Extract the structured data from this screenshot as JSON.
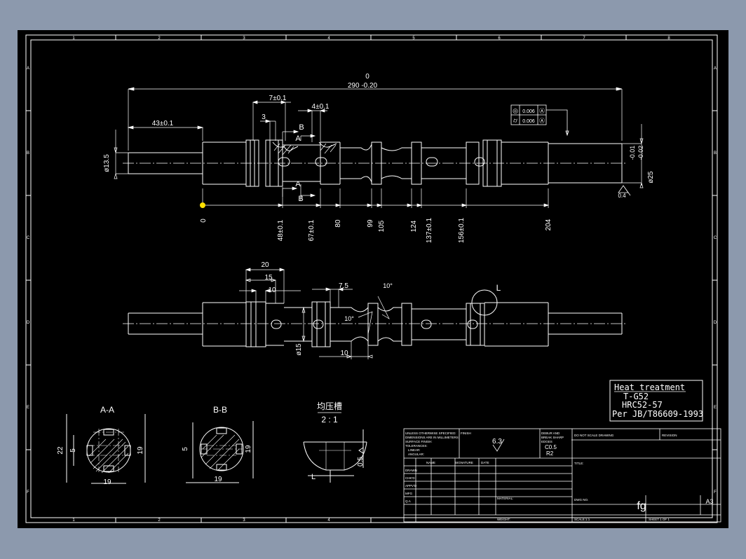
{
  "frame": {
    "col_numbers": [
      "1",
      "2",
      "3",
      "4",
      "5",
      "6",
      "7",
      "8"
    ],
    "row_letters": [
      "A",
      "B",
      "C",
      "D",
      "E",
      "F"
    ]
  },
  "front_view": {
    "overall_dim": "290 -0.20",
    "overall_dim_tol_top": "0",
    "dims": {
      "d7": "7±0.1",
      "d4": "4±0.1",
      "d3": "3",
      "d43": "43±0.1",
      "dia_left": "ø13.5",
      "dia_right": "ø25",
      "dia_right_tol_top": "-0.01",
      "dia_right_tol_bot": "-0.02",
      "roughness_right": "0.4",
      "origin": "0"
    },
    "baseline_dims": [
      "48±0.1",
      "67±0.1",
      "80",
      "99",
      "105",
      "124",
      "137±0.1",
      "156±0.1",
      "204"
    ],
    "section_letters": {
      "a_top": "A",
      "b_top": "B",
      "a_bot": "A",
      "b_bot": "B"
    },
    "gdt": [
      {
        "symbol": "◎",
        "value": "0.006",
        "datum": "Ⓐ"
      },
      {
        "symbol": "⌭",
        "value": "0.006",
        "datum": "Ⓐ"
      }
    ]
  },
  "second_view": {
    "dims": {
      "d20": "20",
      "d15": "15",
      "d10": "10",
      "d7_5": "7.5",
      "ang10a": "10°",
      "ang10b": "10°",
      "dia15": "ø15",
      "d10b": "10"
    },
    "detail_label": "L"
  },
  "sections": {
    "aa": {
      "title": "A-A",
      "d22": "22",
      "d5": "5",
      "d19v": "19",
      "d19h": "19"
    },
    "bb": {
      "title": "B-B",
      "d5": "5",
      "d19v": "19",
      "d19h": "19"
    }
  },
  "detail": {
    "title": "均压槽",
    "scale": "2 : 1",
    "dim": "0.5",
    "letter": "L"
  },
  "heat_treatment": {
    "title": "Heat treatment",
    "line1": "T-G52",
    "line2": "HRC52-57",
    "line3": "Per JB/T86609-1993"
  },
  "title_block": {
    "notes_lines": [
      "UNLESS OTHERWISE SPECIFIED:",
      "DIMENSIONS ARE IN MILLIMETERS",
      "SURFACE FINISH:",
      "TOLERANCES:",
      "LINEAR:",
      "ANGULAR:"
    ],
    "finish_label": "FINISH",
    "finish_value": "6.3",
    "deburr_lines": [
      "DEBUR AND",
      "BREAK SHARP",
      "EDGES"
    ],
    "deburr_vals": [
      "C0.5",
      "R2"
    ],
    "dont_scale": "DO NOT SCALE DRAWING",
    "revision": "REVISION",
    "title_label": "TITLE:",
    "header_name": "NAME",
    "header_signature": "SIGNATURE",
    "header_date": "DATE",
    "roles": [
      "DRAWN",
      "CHK'D",
      "APPV'D",
      "MFG",
      "Q.A"
    ],
    "material_label": "MATERIAL:",
    "dwg_label": "DWG NO.",
    "dwg_no": "fg",
    "size": "A3",
    "weight_label": "WEIGHT:",
    "scale_label": "SCALE:1:1",
    "sheet_label": "SHEET 1 OF 1"
  }
}
